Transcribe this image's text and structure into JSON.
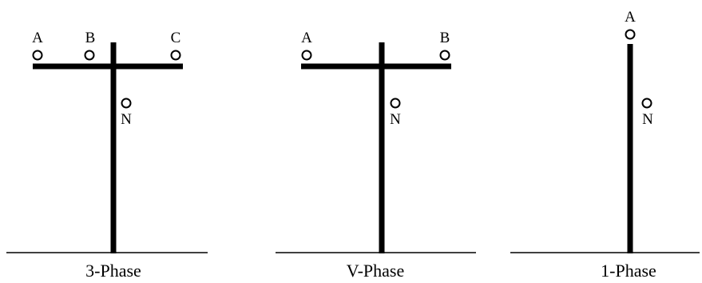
{
  "diagram": {
    "stroke_color": "#000000",
    "background": "#ffffff",
    "configurations": [
      {
        "caption": "3-Phase",
        "lines": [
          {
            "label": "A"
          },
          {
            "label": "B"
          },
          {
            "label": "C"
          },
          {
            "label": "N"
          }
        ]
      },
      {
        "caption": "V-Phase",
        "lines": [
          {
            "label": "A"
          },
          {
            "label": "B"
          },
          {
            "label": "N"
          }
        ]
      },
      {
        "caption": "1-Phase",
        "lines": [
          {
            "label": "A"
          },
          {
            "label": "N"
          }
        ]
      }
    ]
  }
}
